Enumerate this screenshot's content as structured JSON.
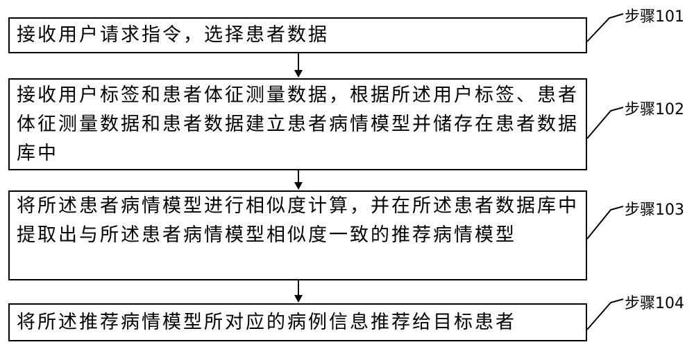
{
  "steps": [
    {
      "label": "步骤101",
      "text": "接收用户请求指令，选择患者数据"
    },
    {
      "label": "步骤102",
      "text": "接收用户标签和患者体征测量数据，根据所述用户标签、患者体征测量数据和患者数据建立患者病情模型并储存在患者数据库中"
    },
    {
      "label": "步骤103",
      "text": "将所述患者病情模型进行相似度计算，并在所述患者数据库中提取出与所述患者病情模型相似度一致的推荐病情模型"
    },
    {
      "label": "步骤104",
      "text": "将所述推荐病情模型所对应的病例信息推荐给目标患者"
    }
  ]
}
